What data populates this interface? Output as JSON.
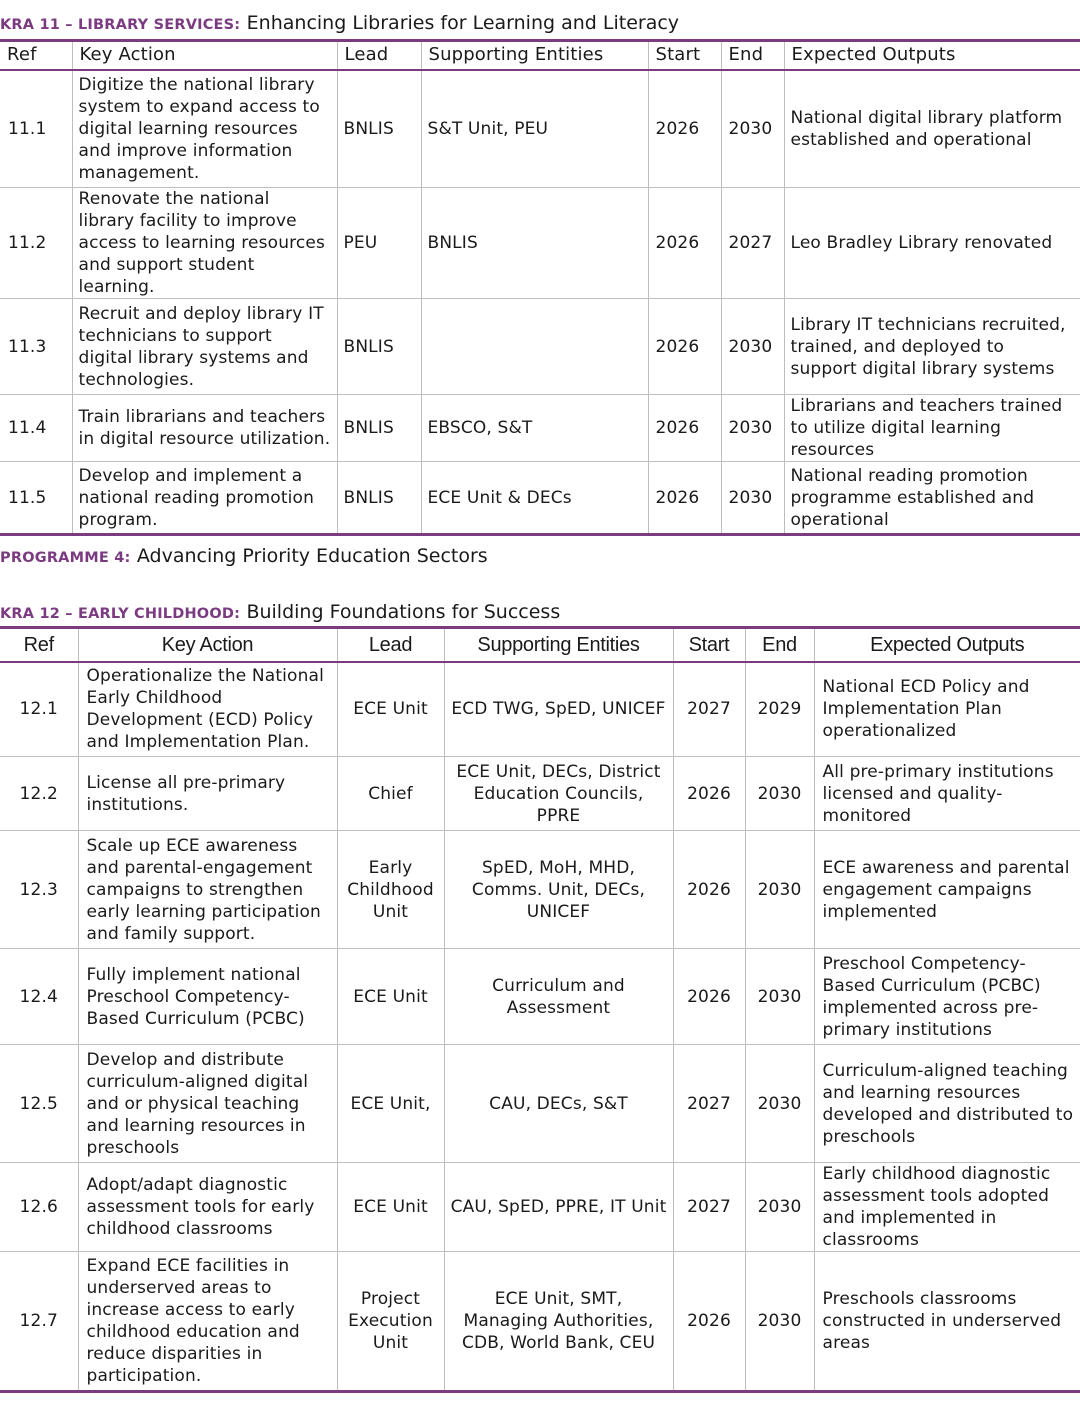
{
  "kra11": {
    "label": "KRA 11 – LIBRARY SERVICES:",
    "title": "Enhancing Libraries for Learning and Literacy",
    "headers": [
      "Ref",
      "Key Action",
      "Lead",
      "Supporting Entities",
      "Start",
      "End",
      "Expected Outputs"
    ],
    "rows": [
      {
        "ref": "11.1",
        "action": "Digitize the national library system to expand access to digital learning resources and improve information management.",
        "lead": "BNLIS",
        "support": "S&T Unit, PEU",
        "start": "2026",
        "end": "2030",
        "output": "National digital library platform established and operational"
      },
      {
        "ref": "11.2",
        "action": "Renovate the national library facility to improve access to learning resources and support student learning.",
        "lead": "PEU",
        "support": "BNLIS",
        "start": "2026",
        "end": "2027",
        "output": "Leo Bradley Library renovated"
      },
      {
        "ref": "11.3",
        "action": "Recruit and deploy library IT technicians to support digital library systems and technologies.",
        "lead": "BNLIS",
        "support": "",
        "start": "2026",
        "end": "2030",
        "output": "Library IT technicians recruited, trained, and deployed to support digital library systems"
      },
      {
        "ref": "11.4",
        "action": "Train librarians and teachers in digital resource utilization.",
        "lead": "BNLIS",
        "support": "EBSCO, S&T",
        "start": "2026",
        "end": "2030",
        "output": "Librarians and teachers trained to utilize digital learning resources"
      },
      {
        "ref": "11.5",
        "action": "Develop and implement a national reading promotion program.",
        "lead": "BNLIS",
        "support": "ECE Unit & DECs",
        "start": "2026",
        "end": "2030",
        "output": "National reading promotion programme established and operational"
      }
    ]
  },
  "programme4": {
    "label": "PROGRAMME 4:",
    "title": "Advancing Priority Education Sectors"
  },
  "kra12": {
    "label": "KRA 12 – EARLY CHILDHOOD:",
    "title": "Building Foundations for Success",
    "headers": [
      "Ref",
      "Key Action",
      "Lead",
      "Supporting Entities",
      "Start",
      "End",
      "Expected Outputs"
    ],
    "rows": [
      {
        "ref": "12.1",
        "action": "Operationalize the National Early Childhood Development (ECD) Policy and Implementation Plan.",
        "lead": "ECE Unit",
        "support": "ECD TWG, SpED, UNICEF",
        "start": "2027",
        "end": "2029",
        "output": "National ECD Policy and Implementation Plan operationalized"
      },
      {
        "ref": "12.2",
        "action": "License all pre-primary institutions.",
        "lead": "Chief",
        "support": "ECE Unit, DECs, District Education Councils, PPRE",
        "start": "2026",
        "end": "2030",
        "output": "All pre-primary institutions licensed and quality-monitored"
      },
      {
        "ref": "12.3",
        "action": "Scale up ECE awareness and parental-engagement campaigns to strengthen early learning participation and family support.",
        "lead": "Early Childhood Unit",
        "support": "SpED, MoH, MHD, Comms. Unit, DECs, UNICEF",
        "start": "2026",
        "end": "2030",
        "output": "ECE awareness and parental engagement campaigns implemented"
      },
      {
        "ref": "12.4",
        "action": "Fully implement national Preschool Competency-Based Curriculum (PCBC)",
        "lead": "ECE Unit",
        "support": "Curriculum and Assessment",
        "start": "2026",
        "end": "2030",
        "output": "Preschool Competency-Based Curriculum (PCBC) implemented across pre-primary institutions"
      },
      {
        "ref": "12.5",
        "action": "Develop and distribute curriculum-aligned digital and or physical teaching and learning resources in preschools",
        "lead": "ECE Unit,",
        "support": "CAU, DECs, S&T",
        "start": "2027",
        "end": "2030",
        "output": "Curriculum-aligned teaching and learning resources developed and distributed to preschools"
      },
      {
        "ref": "12.6",
        "action": "Adopt/adapt diagnostic assessment tools for early childhood classrooms",
        "lead": "ECE Unit",
        "support": "CAU, SpED, PPRE, IT Unit",
        "start": "2027",
        "end": "2030",
        "output": "Early childhood diagnostic assessment tools adopted and implemented in classrooms"
      },
      {
        "ref": "12.7",
        "action": "Expand ECE facilities in underserved areas to increase access to early childhood education and reduce disparities in participation.",
        "lead": "Project Execution Unit",
        "support": "ECE Unit, SMT, Managing Authorities, CDB, World Bank, CEU",
        "start": "2026",
        "end": "2030",
        "output": "Preschools classrooms constructed in underserved areas"
      }
    ]
  }
}
